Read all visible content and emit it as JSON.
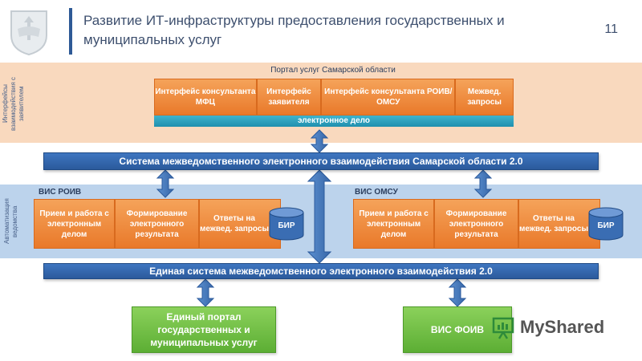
{
  "header": {
    "title": "Развитие ИТ-инфраструктуры предоставления государственных и муниципальных услуг",
    "slide_number": "11"
  },
  "side_labels": {
    "top": "Интерфейсы взаимодействия с заявителем",
    "middle": "Автоматизация ведомства"
  },
  "portal": {
    "label": "Портал услуг Самарской области",
    "interfaces": [
      "Интерфейс консультанта МФЦ",
      "Интерфейс заявителя",
      "Интерфейс консультанта РОИВ/ОМСУ",
      "Межвед. запросы"
    ],
    "edelo": "электронное дело"
  },
  "smev_region": "Система межведомственного электронного взаимодействия Самарской области 2.0",
  "vis_roiv": {
    "label": "ВИС РОИВ",
    "boxes": [
      "Прием и работа с электронным делом",
      "Формирование электронного результата",
      "Ответы на межвед. запросы"
    ],
    "db": "БИР"
  },
  "vis_omsu": {
    "label": "ВИС ОМСУ",
    "boxes": [
      "Прием и работа с электронным делом",
      "Формирование электронного результата",
      "Ответы на межвед. запросы"
    ],
    "db": "БИР"
  },
  "smev_unified": "Единая система межведомственного электронного взаимодействия 2.0",
  "epgu": "Единый портал государственных и муниципальных услуг",
  "vis_foiv": "ВИС ФОИВ",
  "watermark": "MyShared",
  "colors": {
    "orange": "#ee8a3a",
    "blue": "#2e5f9f",
    "green": "#6ebf43",
    "teal": "#2aa0bd",
    "peach_band": "#f9d9be",
    "blue_band": "#bcd3ec"
  }
}
